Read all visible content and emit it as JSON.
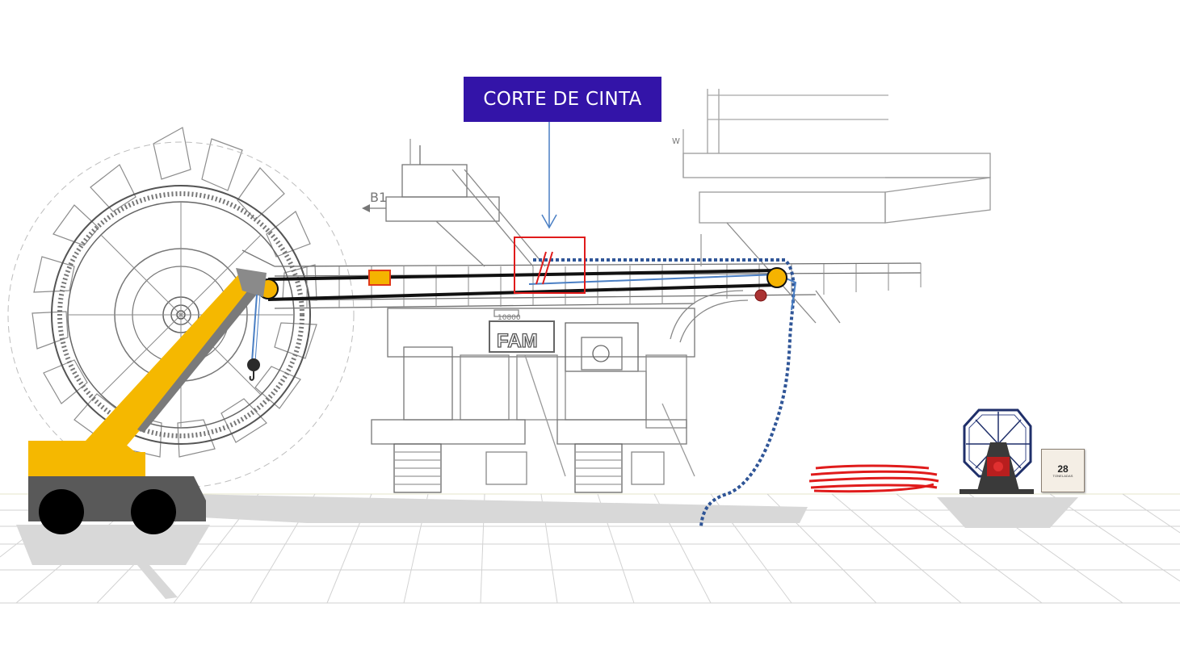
{
  "callout": {
    "label": "CORTE DE CINTA"
  },
  "drawing_labels": {
    "arrow_marker": "B1",
    "corner_marker": "W",
    "dimension": "10800",
    "brand": "FAM"
  },
  "weight_block": {
    "value": "28",
    "unit": "TONELADAS"
  },
  "colors": {
    "callout_fill": "#3314a8",
    "callout_arrow": "#4a7fc4",
    "cut_marker": "#e01b1b",
    "belt": "#111111",
    "pulley": "#f5b300",
    "crane_yellow": "#f5b800",
    "crane_base": "#595959",
    "cable_dotted": "#2f5597",
    "coiled_belt": "#e01b1b",
    "floor_grid": "#d0d0d0",
    "shadow": "#d9d9d9"
  },
  "icons": {
    "crane": "mobile-crane-icon",
    "excavator": "bucket-wheel-excavator-drawing",
    "reel": "cable-reel-icon",
    "coil": "coiled-belt-icon",
    "weight": "weight-block-icon"
  }
}
